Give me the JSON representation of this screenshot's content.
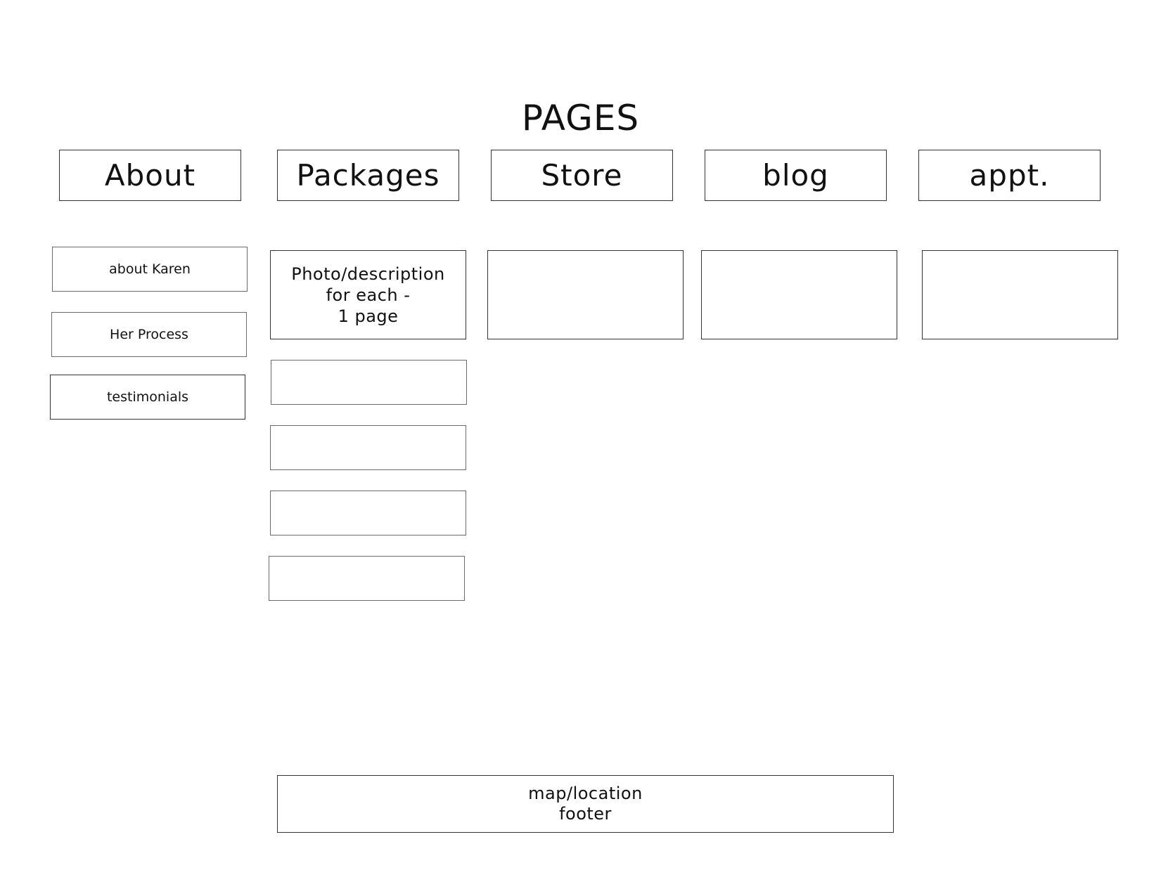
{
  "title": "PAGES",
  "top_nav": {
    "about": "About",
    "packages": "Packages",
    "store": "Store",
    "blog": "blog",
    "appt": "appt."
  },
  "about_pages": {
    "about_karen": "about Karen",
    "her_process": "Her Process",
    "testimonials": "testimonials"
  },
  "packages_pages": {
    "description": "Photo/description\nfor each -\n1 page"
  },
  "footer": {
    "text": "map/location\nfooter"
  }
}
